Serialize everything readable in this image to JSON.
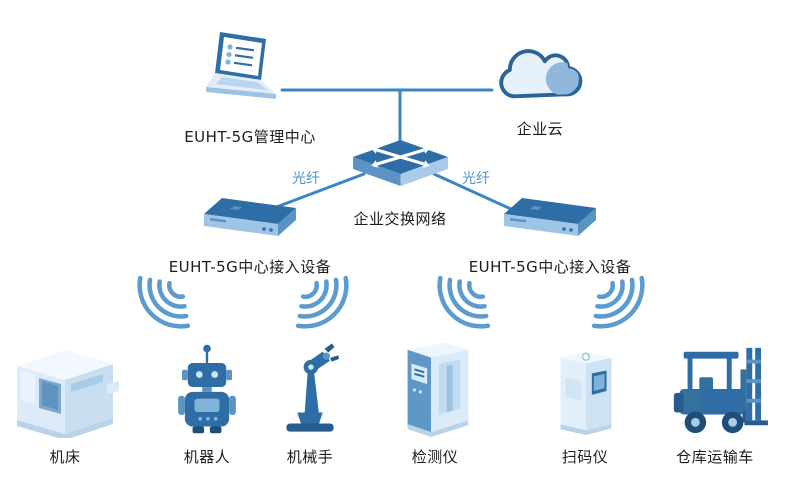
{
  "palette": {
    "line_blue": "#3a86c5",
    "fiber_text_blue": "#4a94cf",
    "label_text": "#1c1c1c",
    "dark_blue": "#2e6da6",
    "darker_blue": "#1f4e79",
    "mid_blue": "#5b93c4",
    "light_blue": "#a9cbe8",
    "pale_blue": "#d9eaf8",
    "background": "#ffffff"
  },
  "icons": [
    "laptop-icon",
    "cloud-icon",
    "switch-icon",
    "access-device-icon",
    "wifi-signal-icon",
    "machine-tool-icon",
    "robot-icon",
    "robotic-arm-icon",
    "detector-icon",
    "scanner-icon",
    "forklift-icon"
  ],
  "nodes": {
    "management": {
      "label": "EUHT-5G管理中心"
    },
    "cloud": {
      "label": "企业云"
    },
    "switch": {
      "label": "企业交换网络"
    },
    "access_left": {
      "label": "EUHT-5G中心接入设备"
    },
    "access_right": {
      "label": "EUHT-5G中心接入设备"
    }
  },
  "links": {
    "fiber_left": {
      "label": "光纤"
    },
    "fiber_right": {
      "label": "光纤"
    }
  },
  "devices": [
    {
      "id": "machine-tool",
      "label": "机床"
    },
    {
      "id": "robot",
      "label": "机器人"
    },
    {
      "id": "robotic-arm",
      "label": "机械手"
    },
    {
      "id": "detector",
      "label": "检测仪"
    },
    {
      "id": "scanner",
      "label": "扫码仪"
    },
    {
      "id": "forklift",
      "label": "仓库运输车"
    }
  ]
}
